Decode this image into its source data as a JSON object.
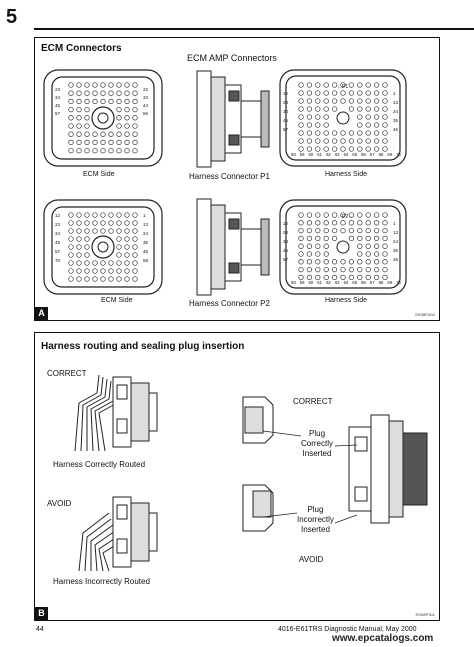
{
  "page": {
    "chapter": "5",
    "page_number": "44",
    "manual_title": "4016-E61TRS Diagnostic Manual, May 2000",
    "watermark": "www.epcatalogs.com"
  },
  "panel_a": {
    "title": "ECM Connectors",
    "subtitle": "ECM AMP Connectors",
    "letter": "A",
    "ref_code": "SSS8FD02",
    "p1": {
      "ecm_side": "ECM Side",
      "harness_connector": "Harness Connector P1",
      "harness_side": "Harness Side",
      "left_pins": [
        "23",
        "34",
        "45",
        "57"
      ],
      "right_pins": [
        "22",
        "33",
        "44",
        "56"
      ],
      "hs_left_pins": [
        "12",
        "23",
        "34",
        "45",
        "57"
      ],
      "hs_right_pins": [
        "1",
        "13",
        "24",
        "35",
        "46"
      ],
      "hs_top_label": "←P1→",
      "hs_bottom_pins": [
        "58",
        "59",
        "60",
        "61",
        "62",
        "63",
        "64",
        "65",
        "66",
        "67",
        "68",
        "69",
        "70"
      ]
    },
    "p2": {
      "ecm_side": "ECM Side",
      "harness_connector": "Harness Connector P2",
      "harness_side": "Harness Side",
      "left_pins": [
        "12",
        "23",
        "34",
        "45",
        "57",
        "70"
      ],
      "right_pins": [
        "1",
        "13",
        "24",
        "35",
        "46",
        "58"
      ],
      "hs_left_pins": [
        "12",
        "23",
        "34",
        "45",
        "57"
      ],
      "hs_right_pins": [
        "1",
        "13",
        "24",
        "35",
        "46"
      ],
      "hs_top_label": "←P2→",
      "hs_bottom_pins": [
        "58",
        "59",
        "60",
        "61",
        "62",
        "63",
        "64",
        "65",
        "66",
        "67",
        "68",
        "69",
        "70"
      ]
    }
  },
  "panel_b": {
    "title": "Harness routing and sealing plug insertion",
    "letter": "B",
    "ref_code": "SSS8P301",
    "correct_label": "CORRECT",
    "harness_correct": "Harness Correctly Routed",
    "avoid_label": "AVOID",
    "harness_incorrect": "Harness Incorrectly Routed",
    "right_correct": "CORRECT",
    "plug_correct_line1": "Plug",
    "plug_correct_line2": "Correctly",
    "plug_correct_line3": "Inserted",
    "plug_incorrect_line1": "Plug",
    "plug_incorrect_line2": "Incorrectly",
    "plug_incorrect_line3": "Inserted",
    "right_avoid": "AVOID"
  }
}
